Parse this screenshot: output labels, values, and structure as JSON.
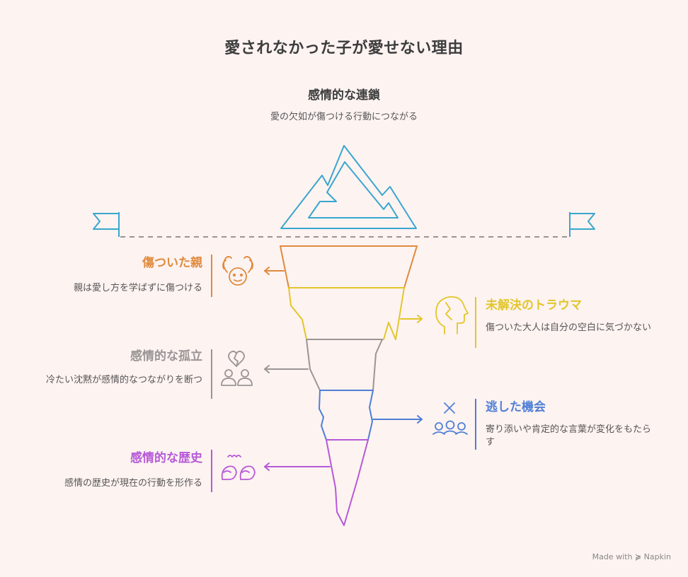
{
  "title": "愛されなかった子が愛せない理由",
  "top": {
    "heading": "感情的な連鎖",
    "description": "愛の欠如が傷つける行動につながる"
  },
  "layers": [
    {
      "heading": "傷ついた親",
      "description": "親は愛し方を学ばずに傷つける",
      "color": "#e08a3c",
      "icon": "hands-head-icon",
      "side": "left"
    },
    {
      "heading": "未解決のトラウマ",
      "description": "傷ついた大人は自分の空白に気づかない",
      "color": "#e3c62a",
      "icon": "broken-head-icon",
      "side": "right"
    },
    {
      "heading": "感情的な孤立",
      "description": "冷たい沈黙が感情的なつながりを断つ",
      "color": "#9a9595",
      "icon": "broken-heart-people-icon",
      "side": "left"
    },
    {
      "heading": "逃した機会",
      "description": "寄り添いや肯定的な言葉が変化をもたらす",
      "color": "#4f7fd6",
      "icon": "group-x-icon",
      "side": "right"
    },
    {
      "heading": "感情的な歴史",
      "description": "感情の歴史が現在の行動を形作る",
      "color": "#b659d8",
      "icon": "two-heads-icon",
      "side": "left"
    }
  ],
  "colors": {
    "peak": "#3aa6cf",
    "waterline": "#777777"
  },
  "credit": {
    "prefix": "Made with",
    "brand": "Napkin"
  }
}
